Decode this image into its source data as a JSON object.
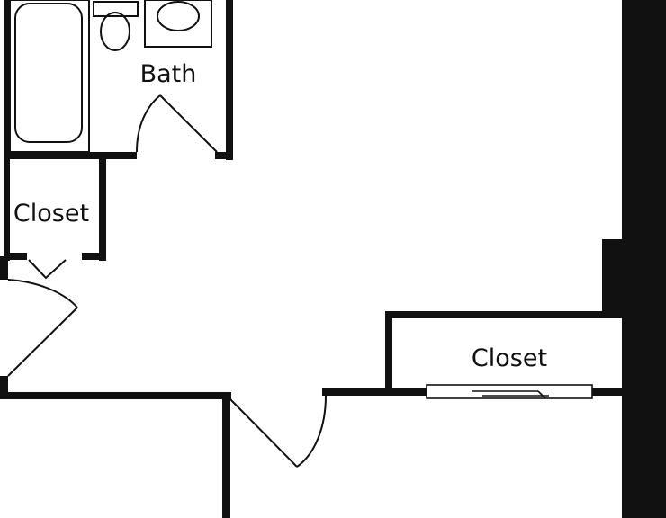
{
  "rooms": {
    "bath": "Bath",
    "closet_left": "Closet",
    "closet_right": "Closet"
  },
  "colors": {
    "wall": "#111111",
    "background": "#ffffff"
  }
}
